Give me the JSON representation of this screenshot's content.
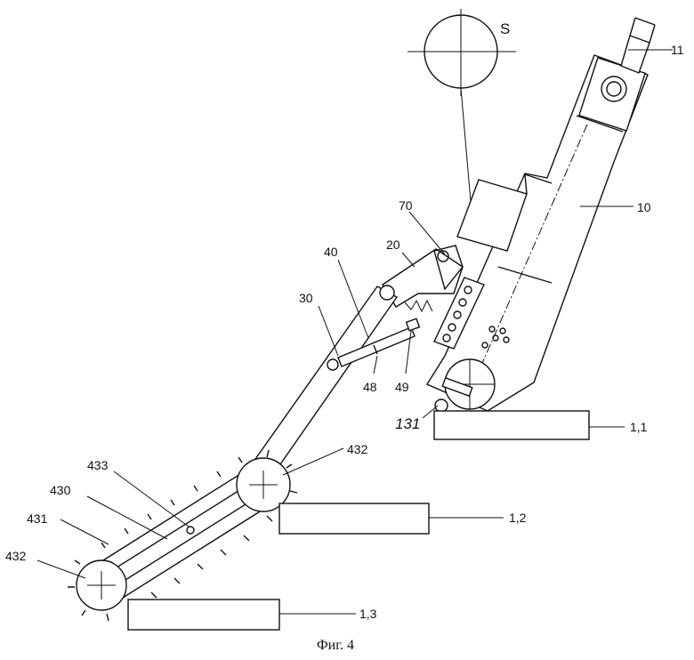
{
  "figure": {
    "caption": "Фиг. 4"
  },
  "labels": {
    "s": "S",
    "l11": "11",
    "l10": "10",
    "l70": "70",
    "l20": "20",
    "l40": "40",
    "l30": "30",
    "l48": "48",
    "l49": "49",
    "l131": "131",
    "l1_1": "1,1",
    "l1_2": "1,2",
    "l1_3": "1,3",
    "l432a": "432",
    "l432b": "432",
    "l433": "433",
    "l430": "430",
    "l431": "431"
  }
}
